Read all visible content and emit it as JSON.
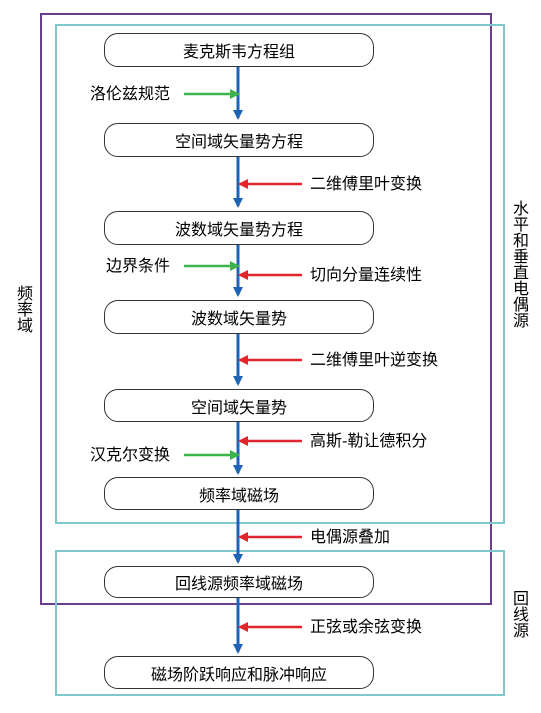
{
  "nodes": {
    "n1": "麦克斯韦方程组",
    "n2": "空间域矢量势方程",
    "n3": "波数域矢量势方程",
    "n4": "波数域矢量势",
    "n5": "空间域矢量势",
    "n6": "频率域磁场",
    "n7": "回线源频率域磁场",
    "n8": "磁场阶跃响应和脉冲响应"
  },
  "inputs": {
    "lorenz": "洛伦兹规范",
    "fourier2d": "二维傅里叶变换",
    "boundary": "边界条件",
    "tangential": "切向分量连续性",
    "inverse_fourier2d": "二维傅里叶逆变换",
    "hankel": "汉克尔变换",
    "gauss_legendre": "高斯-勒让德积分",
    "dipole_superposition": "电偶源叠加",
    "sine_cosine": "正弦或余弦变换"
  },
  "side_labels": {
    "frequency_domain": "频率域",
    "horizontal_vertical_dipole": "水平和垂直电偶源",
    "loop_source": "回线源"
  },
  "colors": {
    "main_arrow": "#1f63b5",
    "green_arrow": "#3bb54a",
    "red_arrow": "#e0262b",
    "purple_frame": "#6a3d8c",
    "cyan_frame": "#7fc7cf"
  }
}
